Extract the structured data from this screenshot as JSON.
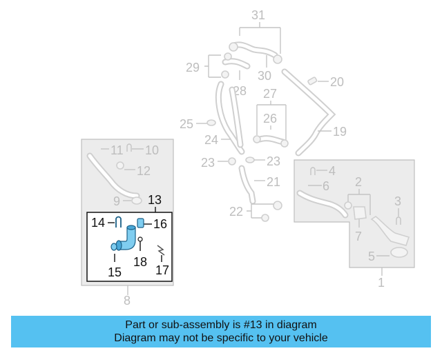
{
  "callouts": {
    "n1": "1",
    "n2": "2",
    "n3": "3",
    "n4": "4",
    "n5": "5",
    "n6": "6",
    "n7": "7",
    "n8": "8",
    "n9": "9",
    "n10": "10",
    "n11": "11",
    "n12": "12",
    "n13": "13",
    "n14": "14",
    "n15": "15",
    "n16": "16",
    "n17": "17",
    "n18": "18",
    "n19": "19",
    "n20": "20",
    "n21": "21",
    "n22": "22",
    "n23a": "23",
    "n23b": "23",
    "n24": "24",
    "n25": "25",
    "n26": "26",
    "n27": "27",
    "n28": "28",
    "n29": "29",
    "n30": "30",
    "n31": "31"
  },
  "highlight": {
    "color": "#7fcdf0",
    "part": "13"
  },
  "banner": {
    "color": "#55c1f1",
    "line1": "Part or sub-assembly is #13 in diagram",
    "line2": "Diagram may not be specific to your vehicle"
  }
}
